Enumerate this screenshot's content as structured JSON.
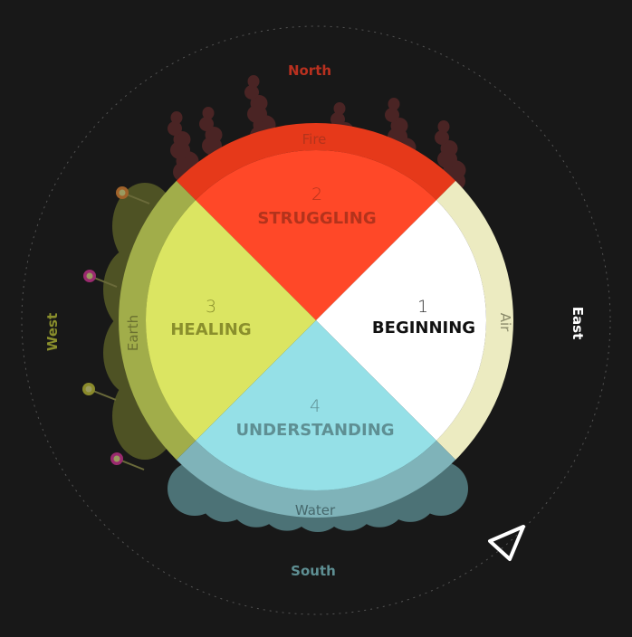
{
  "directions": {
    "north": "North",
    "east": "East",
    "south": "South",
    "west": "West"
  },
  "elements": {
    "fire": "Fire",
    "air": "Air",
    "water": "Water",
    "earth": "Earth"
  },
  "stages": [
    {
      "number": "1",
      "label": "BEGINNING"
    },
    {
      "number": "2",
      "label": "STRUGGLING"
    },
    {
      "number": "3",
      "label": "HEALING"
    },
    {
      "number": "4",
      "label": "UNDERSTANDING"
    }
  ],
  "colors": {
    "north": "#b8301f",
    "east": "#ffffff",
    "south": "#5e8f93",
    "west": "#8a8f2c",
    "fire_ring": "#e6391a",
    "air_ring": "#ecebc1",
    "water_ring": "#7fb3b9",
    "earth_ring": "#a1ad4a",
    "struggling": "#ff4828",
    "beginning": "#ffffff",
    "understanding": "#95e0e7",
    "healing": "#dbe562"
  }
}
